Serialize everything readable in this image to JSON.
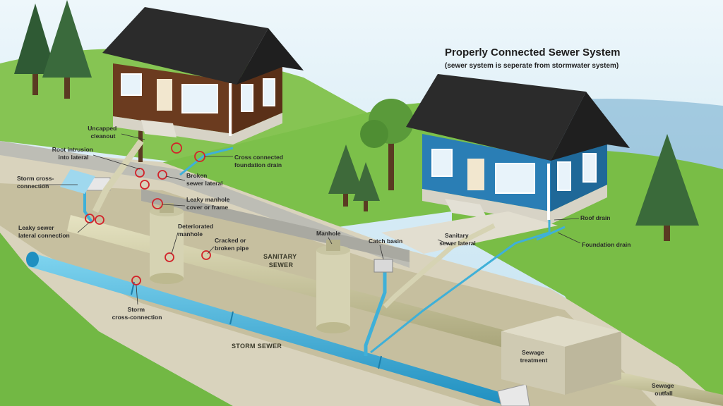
{
  "diagram": {
    "title": "Properly Connected Sewer System",
    "subtitle": "(sewer system is seperate from stormwater system)",
    "labels": {
      "uncapped_cleanout": [
        "Uncapped",
        "cleanout"
      ],
      "root_intrusion": [
        "Root intrusion",
        "into lateral"
      ],
      "cross_connected_foundation_drain": [
        "Cross connected",
        "foundation drain"
      ],
      "storm_cross_connection_upper": [
        "Storm cross-",
        "connection"
      ],
      "broken_sewer_lateral": [
        "Broken",
        "sewer lateral"
      ],
      "leaky_manhole_cover": [
        "Leaky manhole",
        "cover or frame"
      ],
      "leaky_sewer_lateral": [
        "Leaky sewer",
        "lateral connection"
      ],
      "deteriorated_manhole": [
        "Deteriorated",
        "manhole"
      ],
      "cracked_pipe": [
        "Cracked or",
        "broken pipe"
      ],
      "sanitary_sewer": [
        "SANITARY",
        "SEWER"
      ],
      "manhole": "Manhole",
      "catch_basin": "Catch basin",
      "sanitary_sewer_lateral": [
        "Sanitary",
        "sewer lateral"
      ],
      "roof_drain": "Roof drain",
      "foundation_drain": "Foundation drain",
      "storm_cross_connection_lower": [
        "Storm",
        "cross-connection"
      ],
      "storm_sewer": "STORM SEWER",
      "sewage_treatment": [
        "Sewage",
        "treatment"
      ],
      "sewage_outfall": [
        "Sewage",
        "outfall"
      ]
    },
    "colors": {
      "sky": "#cfe7f3",
      "grass": "#7cc04a",
      "soil": "#d9d3bd",
      "sanitary_pipe": "#cfcb9e",
      "storm_pipe": "#3fb0d8",
      "house_left": "#6b3b1f",
      "house_right": "#2a7eb5",
      "roof": "#2b2b2b",
      "defect": "#d2232a"
    }
  }
}
